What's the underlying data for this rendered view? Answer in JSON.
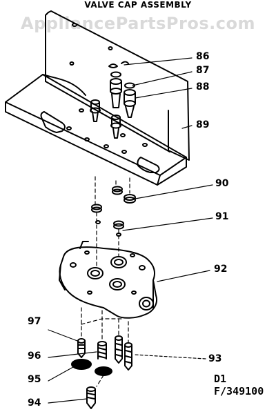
{
  "title": "VALVE CAP ASSEMBLY",
  "watermark": "AppliancePartsPros.com",
  "callouts": [
    {
      "id": "86",
      "label": "86"
    },
    {
      "id": "87",
      "label": "87"
    },
    {
      "id": "88",
      "label": "88"
    },
    {
      "id": "89",
      "label": "89"
    },
    {
      "id": "90",
      "label": "90"
    },
    {
      "id": "91",
      "label": "91"
    },
    {
      "id": "92",
      "label": "92"
    },
    {
      "id": "93",
      "label": "93"
    },
    {
      "id": "94",
      "label": "94"
    },
    {
      "id": "95",
      "label": "95"
    },
    {
      "id": "96",
      "label": "96"
    },
    {
      "id": "97",
      "label": "97"
    }
  ],
  "reference": {
    "line1": "D1",
    "line2": "F/349100"
  }
}
